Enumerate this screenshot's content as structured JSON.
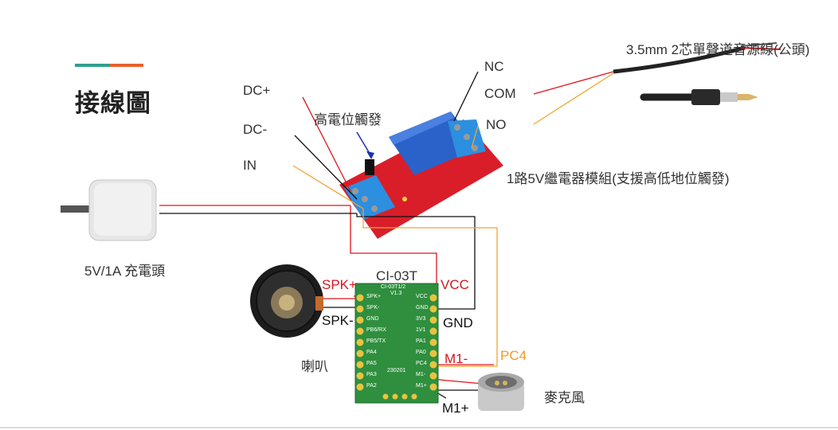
{
  "title": "接線圖",
  "labels": {
    "cable": "3.5mm 2芯單聲道音源線(公頭)",
    "nc": "NC",
    "com": "COM",
    "no": "NO",
    "dc_plus": "DC+",
    "dc_minus": "DC-",
    "in": "IN",
    "high_trigger": "高電位觸發",
    "relay_module": "1路5V繼電器模組(支援高低地位觸發)",
    "charger": "5V/1A 充電頭",
    "module_name": "CI-03T",
    "spk_plus": "SPK+",
    "spk_minus": "SPK-",
    "vcc": "VCC",
    "gnd": "GND",
    "m1_minus": "M1-",
    "pc4": "PC4",
    "m1_plus": "M1+",
    "speaker": "喇叭",
    "microphone": "麥克風"
  },
  "board": {
    "silk_title": "CI-03T1/2",
    "silk_version": "V1.3",
    "date_code": "230201",
    "left_pins": [
      "SPK+",
      "SPK-",
      "GND",
      "PB6/RX",
      "PB5/TX",
      "PA4",
      "PA5",
      "PA3",
      "PA2"
    ],
    "right_pins": [
      "VCC",
      "GND",
      "3V3",
      "1V1",
      "PA1",
      "PA0",
      "PC4",
      "M1-",
      "M1+"
    ]
  },
  "colors": {
    "red_wire": "#e0141d",
    "black_wire": "#111111",
    "orange_wire": "#f5a431",
    "blue_arrow": "#1a2fb0",
    "board_green": "#2f8f3e",
    "relay_red": "#d91e2a",
    "relay_blue": "#2a62c9"
  }
}
